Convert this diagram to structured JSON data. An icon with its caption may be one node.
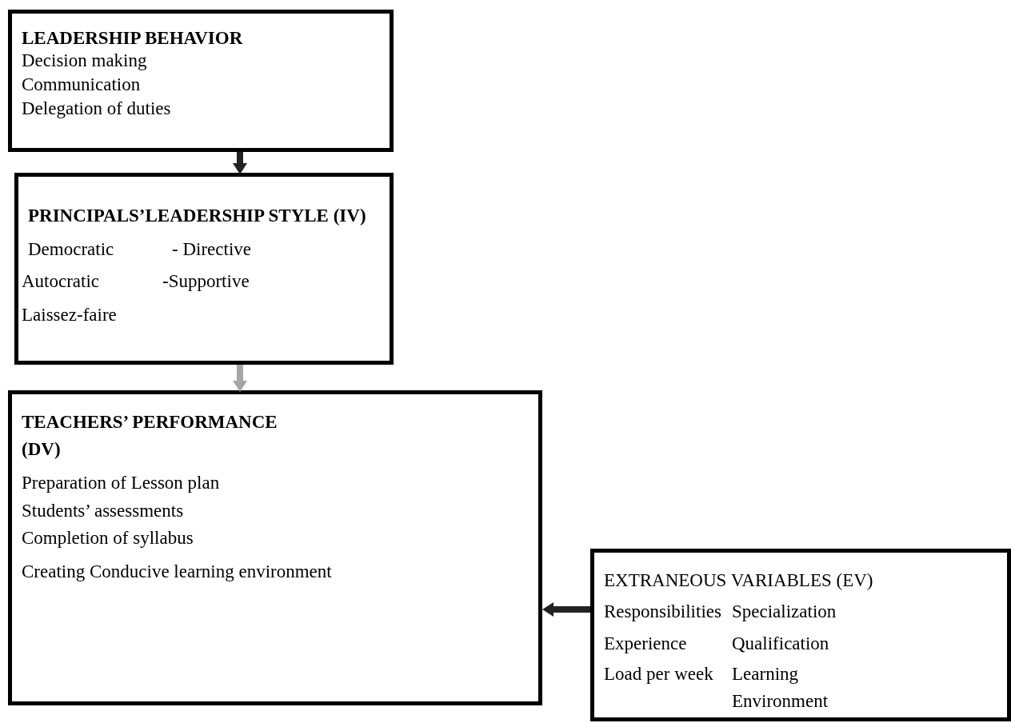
{
  "diagram": {
    "nodes": [
      {
        "text": [
          "LEADERSHIP BEHAVIOR",
          "Decision making",
          "Communication",
          "Delegation of duties"
        ]
      },
      {
        "text": [
          "PRINCIPALS’LEADERSHIP STYLE (IV)",
          "Democratic",
          "- Directive",
          "Autocratic",
          "-Supportive",
          "Laissez-faire"
        ]
      },
      {
        "text": [
          "TEACHERS’ PERFORMANCE (DV)",
          "Preparation of Lesson plan",
          "Students’ assessments",
          "Completion of syllabus",
          "Creating Conducive learning environment"
        ]
      },
      {
        "text": [
          "EXTRANEOUS VARIABLES (EV)",
          "Responsibilities",
          "Specialization",
          "Experience",
          "Qualification",
          "Load per week",
          "Learning Environment"
        ]
      }
    ],
    "edges": [
      {
        "from": 0,
        "to": 1,
        "arrow": "to"
      },
      {
        "from": 1,
        "to": 2,
        "arrow": "to",
        "color": "#a6a6a6"
      },
      {
        "from": 3,
        "to": 2,
        "arrow": "to"
      }
    ]
  }
}
